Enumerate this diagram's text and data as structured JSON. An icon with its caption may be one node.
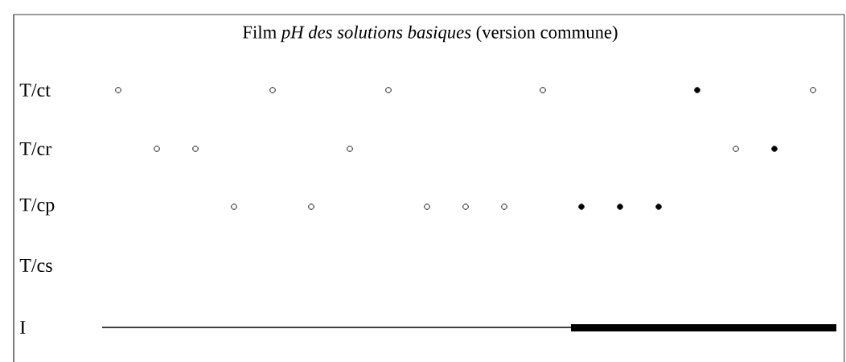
{
  "diagram": {
    "title": "Film *pH des solutions basiques* (version commune)",
    "labels": [
      "T/ct",
      "T/cr",
      "T/cp",
      "T/cs",
      "I"
    ]
  }
}
